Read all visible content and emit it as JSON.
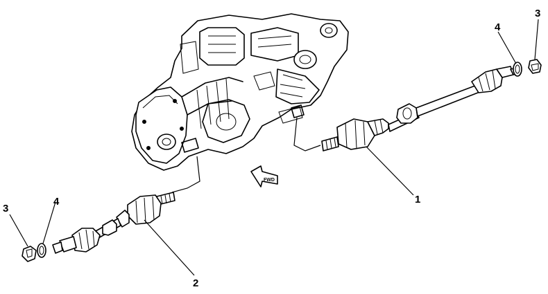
{
  "callouts": {
    "right_nut": "3",
    "right_washer": "4",
    "right_shaft": "1",
    "left_nut": "3",
    "left_washer": "4",
    "left_shaft": "2"
  },
  "arrow": {
    "text": "FWD"
  },
  "icons": {
    "transaxle": "transaxle-engine-drawing",
    "right_shaft": "right-drive-axle-drawing",
    "left_shaft": "left-drive-axle-drawing",
    "nut": "hex-nut-drawing",
    "washer": "washer-drawing",
    "arrow": "forward-arrow-icon"
  }
}
